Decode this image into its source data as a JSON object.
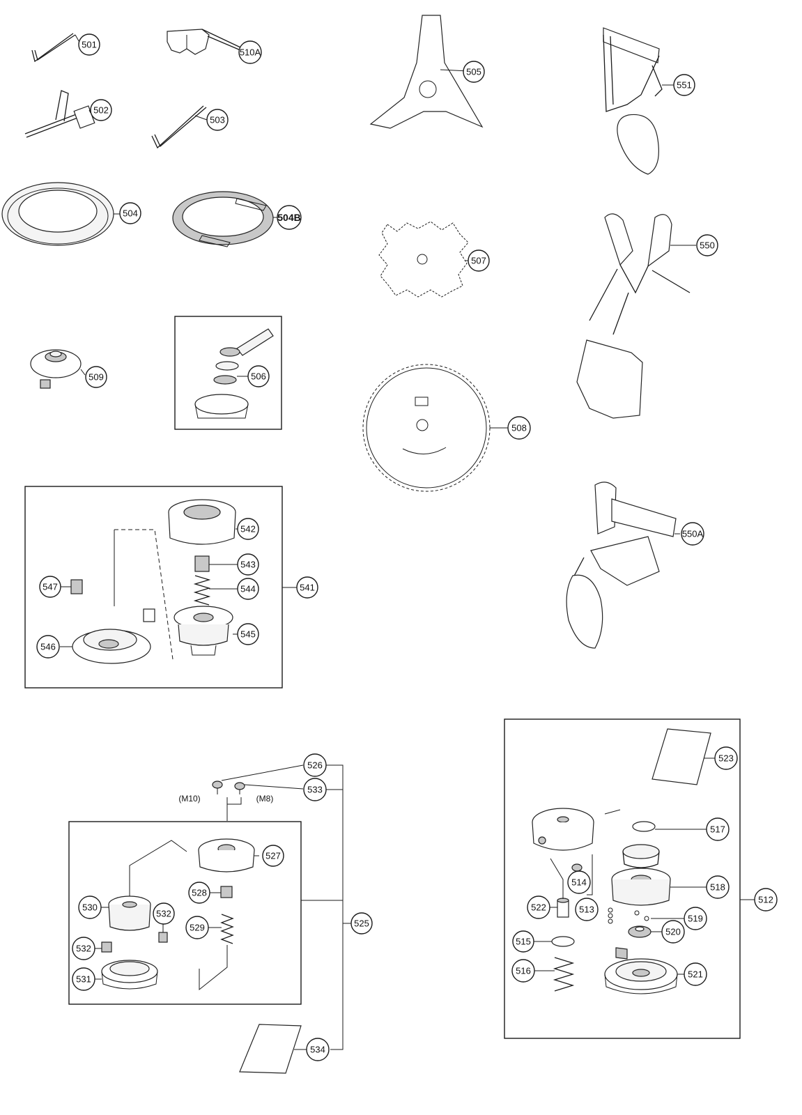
{
  "callouts": {
    "c501": "501",
    "c510A": "510A",
    "c502": "502",
    "c503": "503",
    "c504": "504",
    "c504B": "504B",
    "c509": "509",
    "c506": "506",
    "c505": "505",
    "c507": "507",
    "c508": "508",
    "c551": "551",
    "c550": "550",
    "c550A": "550A",
    "c542": "542",
    "c543": "543",
    "c544": "544",
    "c545": "545",
    "c541": "541",
    "c547": "547",
    "c546": "546",
    "c526": "526",
    "c533": "533",
    "c527": "527",
    "c528": "528",
    "c529": "529",
    "c530": "530",
    "c532a": "532",
    "c532b": "532",
    "c531": "531",
    "c525": "525",
    "c534": "534",
    "c523": "523",
    "c517": "517",
    "c514": "514",
    "c518": "518",
    "c522": "522",
    "c513": "513",
    "c519": "519",
    "c520": "520",
    "c515": "515",
    "c516": "516",
    "c521": "521",
    "c512": "512"
  },
  "notes": {
    "m10": "(M10)",
    "m8": "(M8)"
  }
}
